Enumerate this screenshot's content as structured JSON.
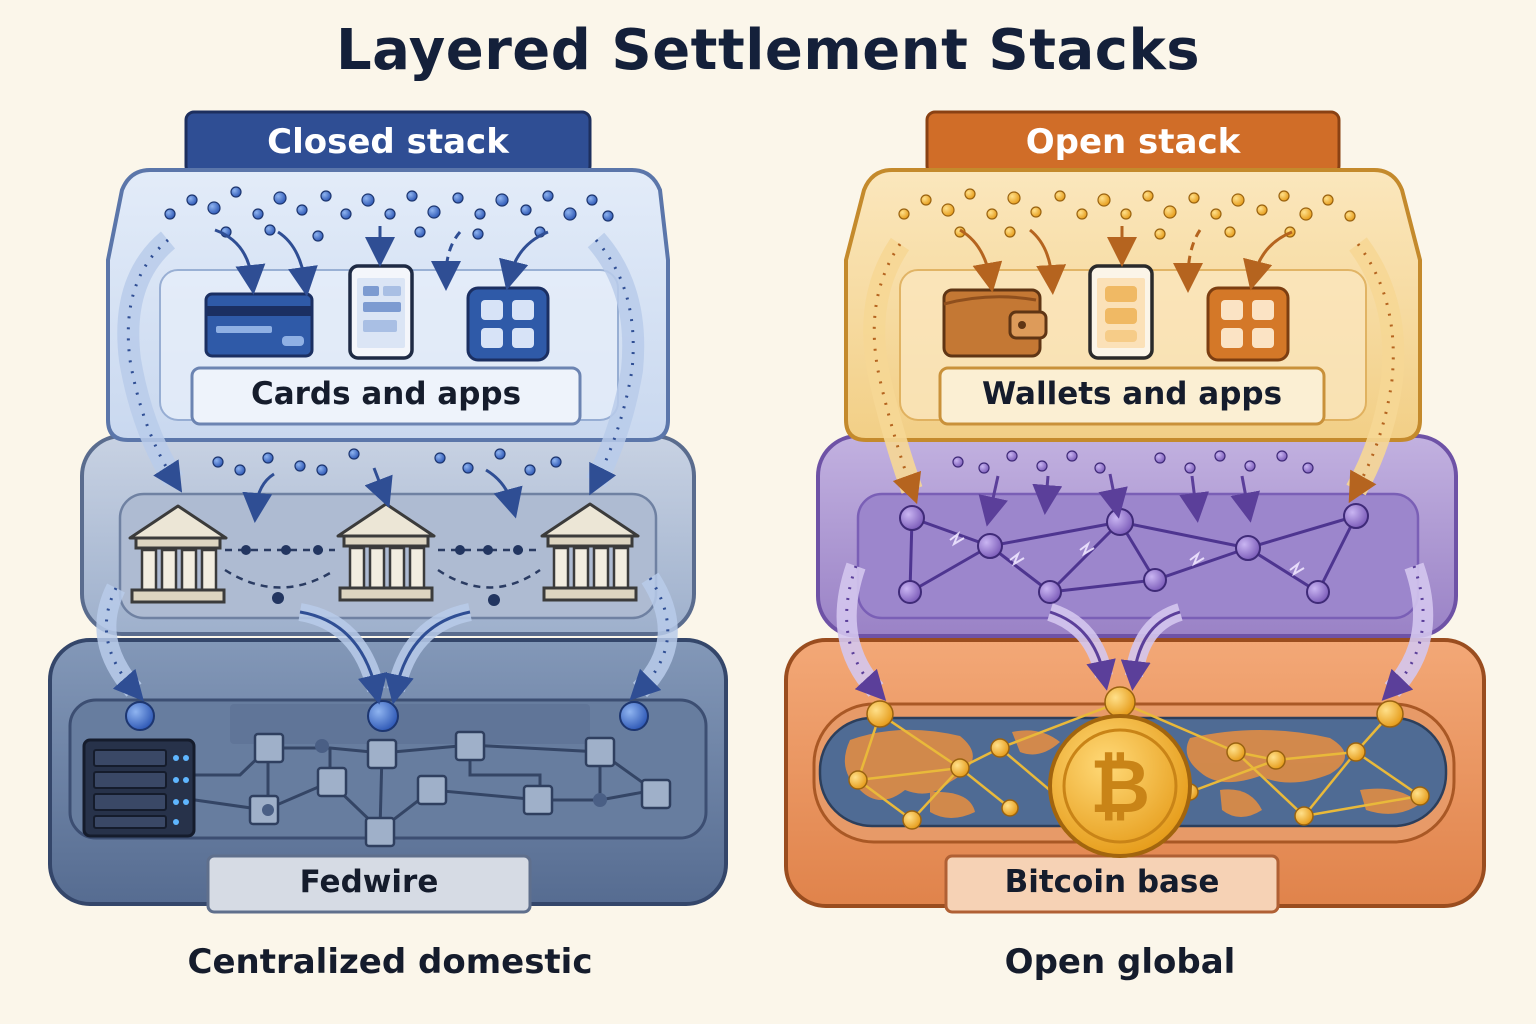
{
  "title": "Layered Settlement Stacks",
  "closed": {
    "tab_label": "Closed stack",
    "top_layer_label": "Cards and apps",
    "base_label": "Fedwire",
    "caption": "Centralized domestic",
    "top_icons": [
      "credit-card-icon",
      "phone-icon",
      "app-grid-icon"
    ],
    "middle_icons": [
      "bank-icon",
      "bank-icon",
      "bank-icon"
    ],
    "base_icons": [
      "server-icon"
    ]
  },
  "open": {
    "tab_label": "Open stack",
    "top_layer_label": "Wallets and apps",
    "base_label": "Bitcoin base",
    "caption": "Open global",
    "top_icons": [
      "wallet-icon",
      "phone-icon",
      "app-grid-icon"
    ],
    "middle_icons": [
      "network-node-icon"
    ],
    "base_icons": [
      "bitcoin-coin-icon",
      "world-map-icon"
    ]
  },
  "colors": {
    "closed_accent": "#2f4e94",
    "open_accent": "#d06d28",
    "purple_layer": "#a691cf",
    "background": "#fbf6ea"
  }
}
